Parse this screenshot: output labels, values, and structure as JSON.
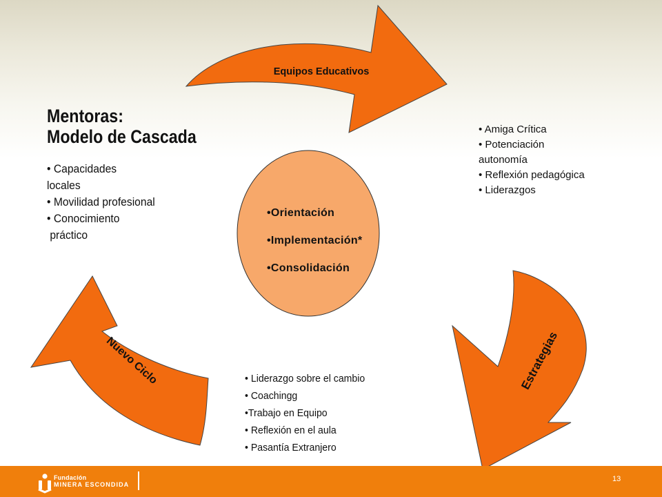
{
  "heading": {
    "line1": "Mentoras:",
    "line2": "Modelo de Cascada"
  },
  "left_bullets": [
    "• Capacidades",
    "locales",
    "• Movilidad profesional",
    "• Conocimiento",
    " práctico"
  ],
  "center_bullets": [
    "•Orientación",
    "•Implementación*",
    "•Consolidación"
  ],
  "right_bullets": [
    "• Amiga Crítica",
    "• Potenciación",
    "autonomía",
    "• Reflexión pedagógica",
    "• Liderazgos"
  ],
  "bottom_bullets": [
    "• Liderazgo sobre el cambio",
    "• Coachingg",
    "•Trabajo en Equipo",
    "• Reflexión en el aula",
    "• Pasantía Extranjero"
  ],
  "arrows": {
    "top": "Equipos Educativos",
    "right": "Estrategias",
    "left": "Nuevo Ciclo"
  },
  "footer": {
    "brand_line1": "Fundación",
    "brand_line2": "MINERA ESCONDIDA",
    "page_number": "13"
  },
  "colors": {
    "arrow_fill": "#f26b0f",
    "circle_fill": "#f7a86a",
    "footer_bg": "#f07f0c"
  }
}
